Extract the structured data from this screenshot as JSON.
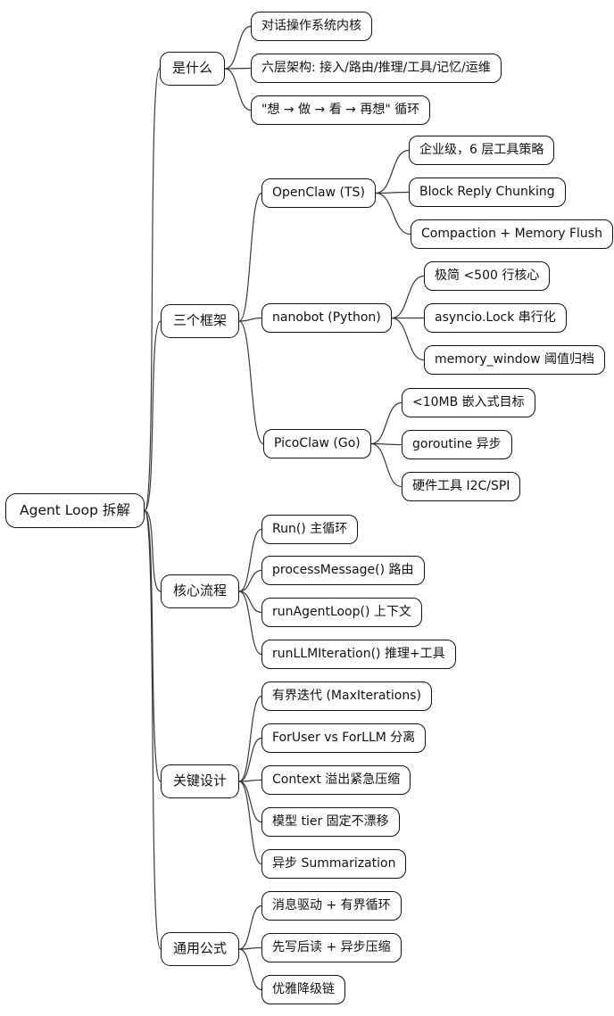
{
  "root": {
    "label": "Agent Loop 拆解"
  },
  "branches": [
    {
      "label": "是什么",
      "children": [
        {
          "label": "对话操作系统内核"
        },
        {
          "label": "六层架构: 接入/路由/推理/工具/记忆/运维"
        },
        {
          "label": "\"想 → 做 → 看 → 再想\" 循环"
        }
      ]
    },
    {
      "label": "三个框架",
      "children": [
        {
          "label": "OpenClaw (TS)",
          "children": [
            {
              "label": "企业级，6 层工具策略"
            },
            {
              "label": "Block Reply Chunking"
            },
            {
              "label": "Compaction + Memory Flush"
            }
          ]
        },
        {
          "label": "nanobot (Python)",
          "children": [
            {
              "label": "极简 <500 行核心"
            },
            {
              "label": "asyncio.Lock 串行化"
            },
            {
              "label": "memory_window 阈值归档"
            }
          ]
        },
        {
          "label": "PicoClaw (Go)",
          "children": [
            {
              "label": "<10MB 嵌入式目标"
            },
            {
              "label": "goroutine 异步"
            },
            {
              "label": "硬件工具 I2C/SPI"
            }
          ]
        }
      ]
    },
    {
      "label": "核心流程",
      "children": [
        {
          "label": "Run() 主循环"
        },
        {
          "label": "processMessage() 路由"
        },
        {
          "label": "runAgentLoop() 上下文"
        },
        {
          "label": "runLLMIteration() 推理+工具"
        }
      ]
    },
    {
      "label": "关键设计",
      "children": [
        {
          "label": "有界迭代 (MaxIterations)"
        },
        {
          "label": "ForUser vs ForLLM 分离"
        },
        {
          "label": "Context 溢出紧急压缩"
        },
        {
          "label": "模型 tier 固定不漂移"
        },
        {
          "label": "异步 Summarization"
        }
      ]
    },
    {
      "label": "通用公式",
      "children": [
        {
          "label": "消息驱动 + 有界循环"
        },
        {
          "label": "先写后读 + 异步压缩"
        },
        {
          "label": "优雅降级链"
        }
      ]
    }
  ],
  "colors": {
    "background": "#ffffff",
    "node_fill": "#ffffff",
    "node_border": "#111111",
    "text": "#111111",
    "connector": "#3a3a3a"
  }
}
